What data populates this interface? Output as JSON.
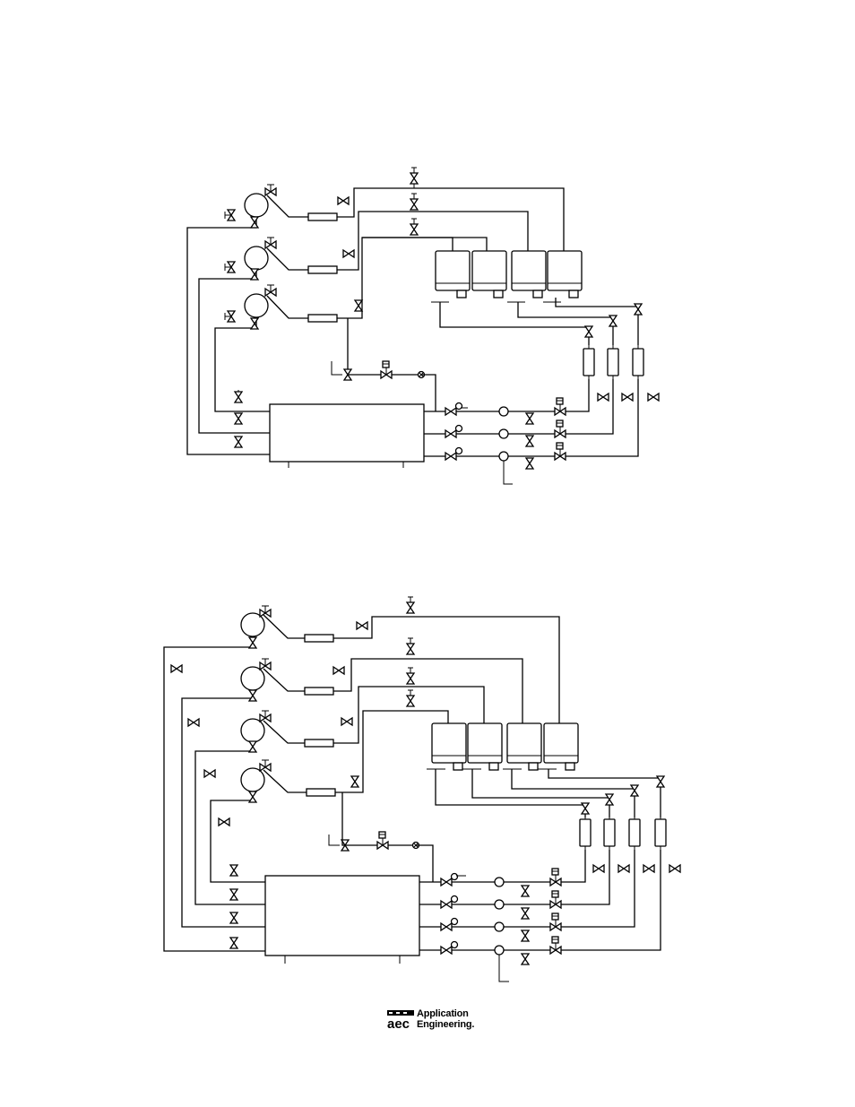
{
  "footer": {
    "logo_mark": "aec",
    "company_line1": "Application",
    "company_line2": "Engineering."
  },
  "diagrams": [
    {
      "id": "three-chiller-system",
      "chillers": 3,
      "pumps": 3,
      "towers": 4
    },
    {
      "id": "four-chiller-system",
      "chillers": 4,
      "pumps": 4,
      "towers": 4
    }
  ],
  "icons": [
    "valve-icon",
    "solenoid-valve-icon",
    "check-valve-icon",
    "pump-icon",
    "flow-switch-icon",
    "strainer-icon",
    "relief-valve-icon"
  ],
  "colors": {
    "ink": "#000000",
    "background": "#ffffff"
  }
}
